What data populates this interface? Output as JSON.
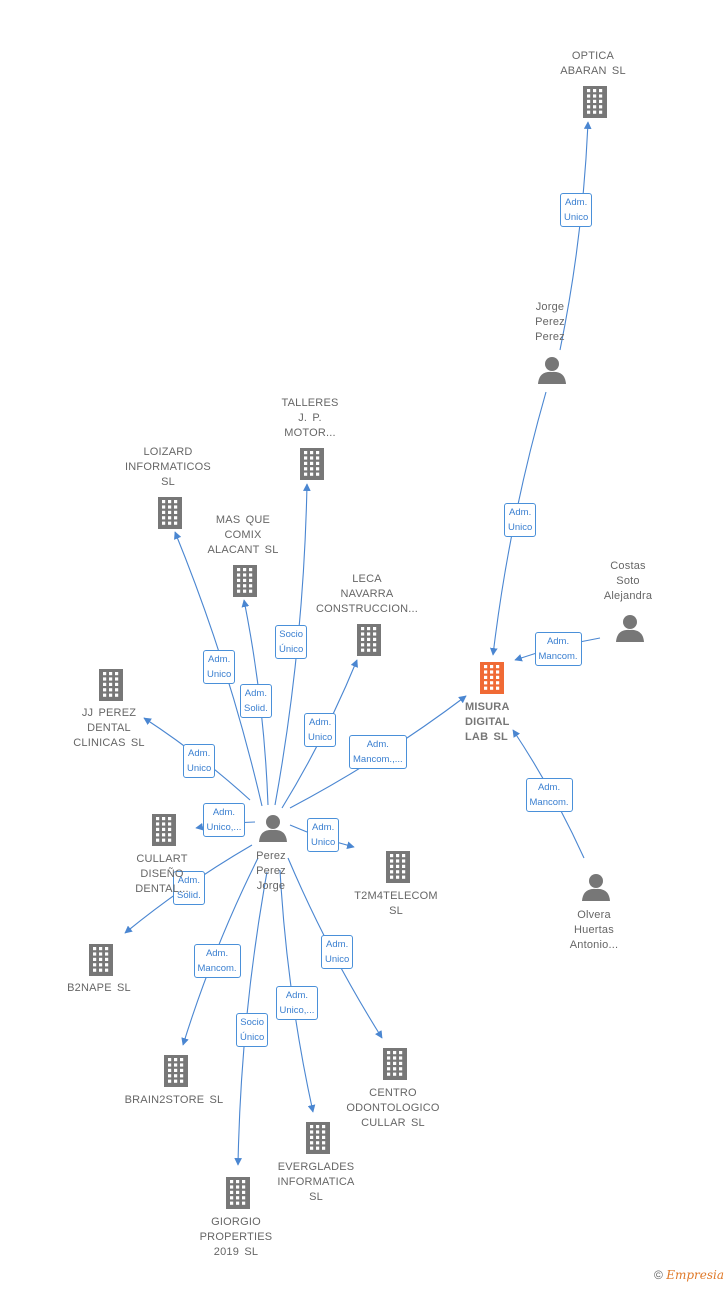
{
  "nodes": [
    {
      "id": "misura",
      "label": "MISURA\nDIGITAL\nLAB  SL",
      "type": "company",
      "main": true
    },
    {
      "id": "optica",
      "label": "OPTICA\nABARAN  SL",
      "type": "company"
    },
    {
      "id": "jorge",
      "label": "Jorge\nPerez\nPerez",
      "type": "person"
    },
    {
      "id": "costas",
      "label": "Costas\nSoto\nAlejandra",
      "type": "person"
    },
    {
      "id": "olvera",
      "label": "Olvera\nHuertas\nAntonio...",
      "type": "person"
    },
    {
      "id": "perez",
      "label": "Perez\nPerez\nJorge",
      "type": "person"
    },
    {
      "id": "talleres",
      "label": "TALLERES\nJ.  P.\nMOTOR...",
      "type": "company"
    },
    {
      "id": "loizard",
      "label": "LOIZARD\nINFORMATICOS\nSL",
      "type": "company"
    },
    {
      "id": "masque",
      "label": "MAS QUE\nCOMIX\nALACANT  SL",
      "type": "company"
    },
    {
      "id": "leca",
      "label": "LECA\nNAVARRA\nCONSTRUCCION...",
      "type": "company"
    },
    {
      "id": "jjperez",
      "label": "JJ PEREZ\nDENTAL\nCLINICAS  SL",
      "type": "company"
    },
    {
      "id": "cullart",
      "label": "CULLART\nDISEÑO\nDENTAL...",
      "type": "company"
    },
    {
      "id": "t2m4",
      "label": "T2M4TELECOM\nSL",
      "type": "company"
    },
    {
      "id": "b2nape",
      "label": "B2NAPE  SL",
      "type": "company"
    },
    {
      "id": "brain2store",
      "label": "BRAIN2STORE SL",
      "type": "company"
    },
    {
      "id": "centro",
      "label": "CENTRO\nODONTOLOGICO\nCULLAR  SL",
      "type": "company"
    },
    {
      "id": "everglades",
      "label": "EVERGLADES\nINFORMATICA\nSL",
      "type": "company"
    },
    {
      "id": "giorgio",
      "label": "GIORGIO\nPROPERTIES\n2019  SL",
      "type": "company"
    }
  ],
  "edges": [
    {
      "from": "jorge",
      "to": "optica",
      "label": "Adm.\nUnico"
    },
    {
      "from": "jorge",
      "to": "misura",
      "label": "Adm.\nUnico"
    },
    {
      "from": "costas",
      "to": "misura",
      "label": "Adm.\nMancom."
    },
    {
      "from": "olvera",
      "to": "misura",
      "label": "Adm.\nMancom."
    },
    {
      "from": "perez",
      "to": "misura",
      "label": "Adm.\nMancom.,..."
    },
    {
      "from": "perez",
      "to": "talleres",
      "label": "Socio\nÚnico"
    },
    {
      "from": "perez",
      "to": "loizard",
      "label": "Adm.\nUnico"
    },
    {
      "from": "perez",
      "to": "masque",
      "label": "Adm.\nSolid."
    },
    {
      "from": "perez",
      "to": "leca",
      "label": "Adm.\nUnico"
    },
    {
      "from": "perez",
      "to": "jjperez",
      "label": "Adm.\nUnico"
    },
    {
      "from": "perez",
      "to": "cullart",
      "label": "Adm.\nUnico,..."
    },
    {
      "from": "perez",
      "to": "t2m4",
      "label": "Adm.\nUnico"
    },
    {
      "from": "perez",
      "to": "b2nape",
      "label": "Adm.\nSolid."
    },
    {
      "from": "perez",
      "to": "brain2store",
      "label": "Adm.\nMancom."
    },
    {
      "from": "perez",
      "to": "centro",
      "label": "Adm.\nUnico"
    },
    {
      "from": "perez",
      "to": "everglades",
      "label": "Adm.\nUnico,..."
    },
    {
      "from": "perez",
      "to": "giorgio",
      "label": "Socio\nÚnico"
    }
  ],
  "colors": {
    "edge": "#4a86d1",
    "company": "#777777",
    "main_company": "#f06a35",
    "person": "#777777"
  },
  "footer": {
    "copyright": "©",
    "brand": "Empresia"
  }
}
